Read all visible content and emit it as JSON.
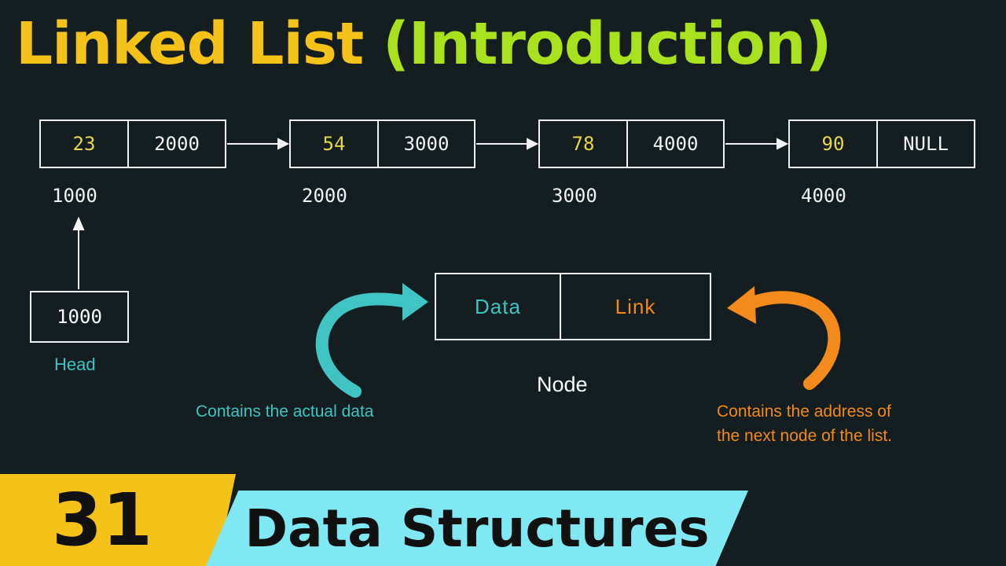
{
  "title": {
    "part1": "Linked List",
    "part2": "(Introduction)"
  },
  "nodes": [
    {
      "data": "23",
      "link": "2000",
      "address": "1000"
    },
    {
      "data": "54",
      "link": "3000",
      "address": "2000"
    },
    {
      "data": "78",
      "link": "4000",
      "address": "3000"
    },
    {
      "data": "90",
      "link": "NULL",
      "address": "4000"
    }
  ],
  "head": {
    "value": "1000",
    "label": "Head"
  },
  "legend": {
    "data_label": "Data",
    "link_label": "Link",
    "node_label": "Node",
    "data_note": "Contains the actual data",
    "link_note_line1": "Contains the address of",
    "link_note_line2": "the next node of the list."
  },
  "banner": {
    "number": "31",
    "series": "Data Structures"
  },
  "colors": {
    "background": "#141d1f",
    "title_yellow": "#f5c21a",
    "title_green": "#a8e21e",
    "data_value": "#e6d84a",
    "teal": "#3fc3c3",
    "orange": "#f28a1c",
    "banner_yellow": "#f5c21a",
    "banner_cyan": "#7fe8f2"
  }
}
